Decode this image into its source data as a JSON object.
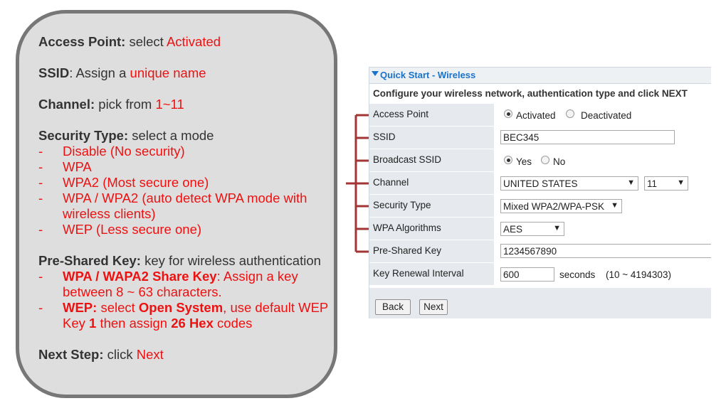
{
  "callout": {
    "access_point": {
      "label": "Access Point:",
      "text": " select ",
      "highlight": "Activated"
    },
    "ssid": {
      "label": "SSID",
      "text": ": Assign a ",
      "highlight": "unique name"
    },
    "channel": {
      "label": "Channel:",
      "text": " pick from ",
      "highlight": "1~11"
    },
    "security_type": {
      "label": "Security Type:",
      "text": " select a mode",
      "modes": [
        "Disable (No security)",
        "WPA",
        "WPA2 (Most secure one)",
        "WPA / WPA2 (auto detect WPA mode with wireless clients)",
        "WEP (Less secure one)"
      ]
    },
    "psk": {
      "label": "Pre-Shared Key:",
      "text": " key for wireless authentication",
      "item1": {
        "bold": "WPA / WAPA2 Share Key",
        "rest": ": Assign a key between 8 ~ 63 characters."
      },
      "item2": {
        "b1": "WEP:",
        "t1": " select ",
        "b2": "Open System",
        "t2": ", use default WEP Key ",
        "b3": "1",
        "t3": " then assign ",
        "b4": "26 Hex",
        "t4": " codes"
      }
    },
    "next_step": {
      "label": "Next Step:",
      "text": " click ",
      "highlight": "Next"
    }
  },
  "panel": {
    "title": "Quick Start - Wireless",
    "description": "Configure your wireless network, authentication type and click NEXT"
  },
  "form": {
    "access_point": {
      "label": "Access Point",
      "options": [
        "Activated",
        "Deactivated"
      ],
      "selected": "Activated"
    },
    "ssid": {
      "label": "SSID",
      "value": "BEC345"
    },
    "broadcast_ssid": {
      "label": "Broadcast SSID",
      "options": [
        "Yes",
        "No"
      ],
      "selected": "Yes"
    },
    "channel": {
      "label": "Channel",
      "country": "UNITED STATES",
      "number": "11"
    },
    "security_type": {
      "label": "Security Type",
      "value": "Mixed WPA2/WPA-PSK"
    },
    "wpa_algorithms": {
      "label": "WPA Algorithms",
      "value": "AES"
    },
    "pre_shared_key": {
      "label": "Pre-Shared Key",
      "value": "1234567890"
    },
    "key_renewal": {
      "label": "Key Renewal Interval",
      "value": "600",
      "unit": "seconds",
      "range": "(10 ~ 4194303)"
    }
  },
  "buttons": {
    "back": "Back",
    "next": "Next"
  },
  "colors": {
    "accent_red": "#ee1111",
    "link_blue": "#1a73c9",
    "bracket": "#a33535"
  },
  "icons": {
    "collapse": "triangle-down-icon",
    "select_arrow": "caret-down-icon"
  }
}
